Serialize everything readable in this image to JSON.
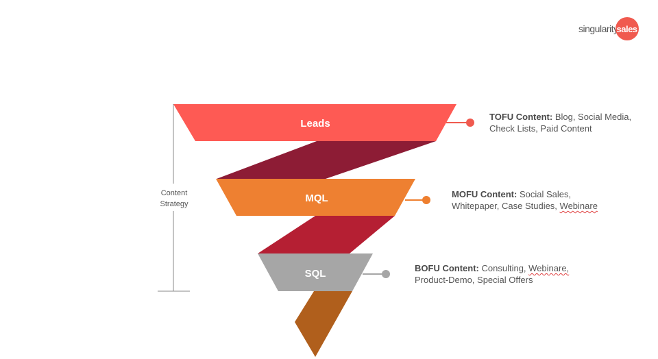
{
  "brand": {
    "word": "singularity",
    "badge": "sales",
    "badge_color": "#f05a4f"
  },
  "axis": {
    "label_line1": "Content",
    "label_line2": "Strategy"
  },
  "stages": [
    {
      "label": "Leads",
      "color": "#fe5a54",
      "connector_color": "#8d1c35",
      "marker_color": "#f05a4f",
      "content_title": "TOFU Content:",
      "content_text": "Blog, Social Media, Check Lists, Paid Content"
    },
    {
      "label": "MQL",
      "color": "#ee8031",
      "connector_color": "#b51f33",
      "marker_color": "#ee7f2f",
      "content_title": "MOFU Content:",
      "content_text_pre": "Social Sales, Whitepaper, Case Studies, ",
      "content_text_marked": "Webinare"
    },
    {
      "label": "SQL",
      "color": "#a6a6a6",
      "connector_color": "#b05f1c",
      "marker_color": "#a6a6a6",
      "content_title": "BOFU Content:",
      "content_text_pre": "Consulting, ",
      "content_text_marked": "Webinare,",
      "content_text_post": "Product-Demo, Special Offers"
    }
  ]
}
